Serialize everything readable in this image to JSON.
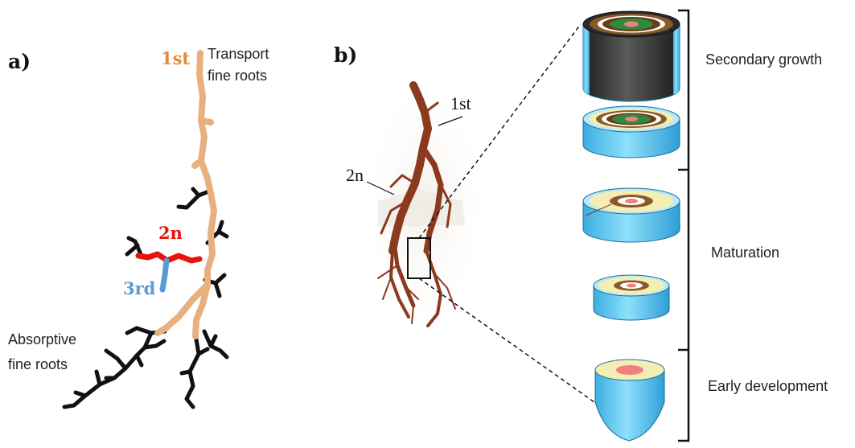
{
  "panel_a": {
    "label": "a)",
    "order_1st": "1st",
    "order_2n": "2n",
    "order_3rd": "3rd",
    "transport_line1": "Transport",
    "transport_line2": "fine roots",
    "absorptive_line1": "Absorptive",
    "absorptive_line2": "fine roots"
  },
  "panel_b": {
    "label": "b)",
    "photo_1st": "1st",
    "photo_2n": "2n",
    "stages": {
      "secondary_growth": "Secondary growth",
      "maturation": "Maturation",
      "early_development": "Early development"
    }
  },
  "colors": {
    "first_order": "#e8b07e",
    "first_order_label": "#e08a3c",
    "second_order": "#e8120e",
    "third_order": "#5a9ad6",
    "absorptive": "#111111",
    "epidermis": "#5cc8ee",
    "cortex": "#f4eeb4",
    "stele": "#f08080",
    "periderm": "#3b3b3b",
    "photo_root": "#8b3a1e"
  }
}
